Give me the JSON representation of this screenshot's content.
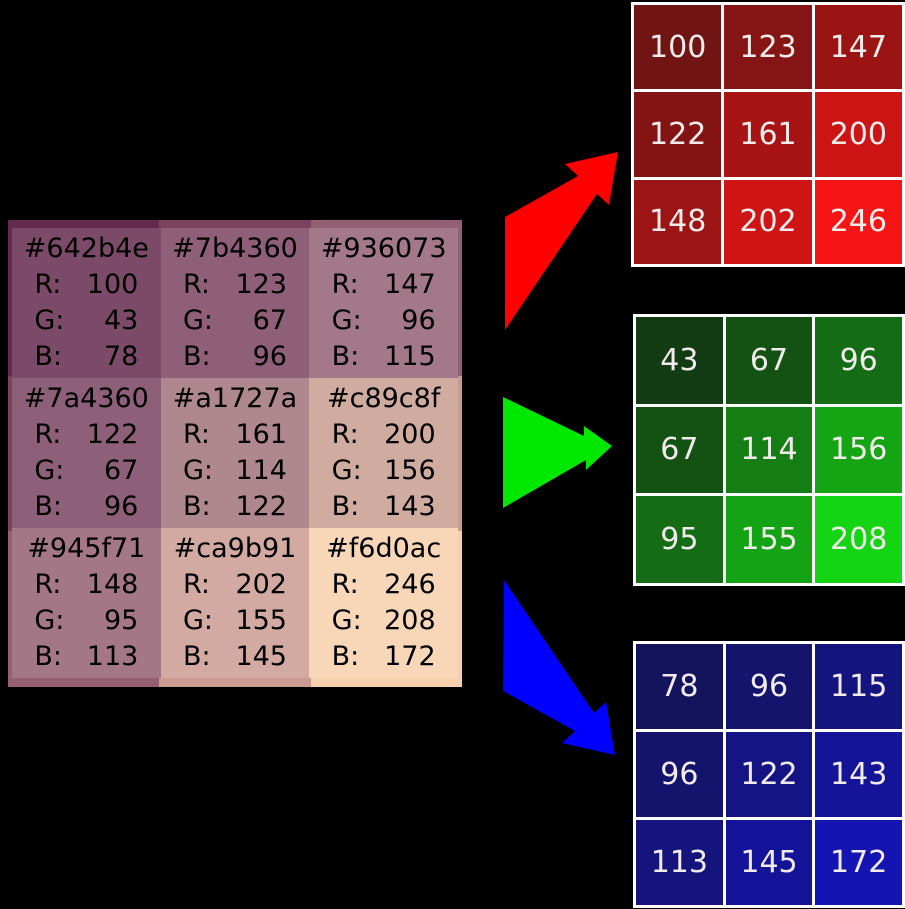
{
  "background_color": "#000000",
  "source_grid": {
    "labels": {
      "r": "R:",
      "g": "G:",
      "b": "B:"
    },
    "cells": [
      {
        "hex": "#642b4e",
        "r": "100",
        "g": "43",
        "b": "78"
      },
      {
        "hex": "#7b4360",
        "r": "123",
        "g": "67",
        "b": "96"
      },
      {
        "hex": "#936073",
        "r": "147",
        "g": "96",
        "b": "115"
      },
      {
        "hex": "#7a4360",
        "r": "122",
        "g": "67",
        "b": "96"
      },
      {
        "hex": "#a1727a",
        "r": "161",
        "g": "114",
        "b": "122"
      },
      {
        "hex": "#c89c8f",
        "r": "200",
        "g": "156",
        "b": "143"
      },
      {
        "hex": "#945f71",
        "r": "148",
        "g": "95",
        "b": "113"
      },
      {
        "hex": "#ca9b91",
        "r": "202",
        "g": "155",
        "b": "145"
      },
      {
        "hex": "#f6d0ac",
        "r": "246",
        "g": "208",
        "b": "172"
      }
    ]
  },
  "channels": [
    {
      "name": "red",
      "arrow_color": "#ff0000",
      "cells": [
        {
          "value": "100",
          "bg": "#640000"
        },
        {
          "value": "123",
          "bg": "#7b0000"
        },
        {
          "value": "147",
          "bg": "#930000"
        },
        {
          "value": "122",
          "bg": "#7a0000"
        },
        {
          "value": "161",
          "bg": "#a10000"
        },
        {
          "value": "200",
          "bg": "#c80000"
        },
        {
          "value": "148",
          "bg": "#940000"
        },
        {
          "value": "202",
          "bg": "#ca0000"
        },
        {
          "value": "246",
          "bg": "#f60000"
        }
      ]
    },
    {
      "name": "green",
      "arrow_color": "#00e800",
      "cells": [
        {
          "value": "43",
          "bg": "#002b00"
        },
        {
          "value": "67",
          "bg": "#004300"
        },
        {
          "value": "96",
          "bg": "#006000"
        },
        {
          "value": "67",
          "bg": "#004300"
        },
        {
          "value": "114",
          "bg": "#007200"
        },
        {
          "value": "156",
          "bg": "#009c00"
        },
        {
          "value": "95",
          "bg": "#005f00"
        },
        {
          "value": "155",
          "bg": "#009b00"
        },
        {
          "value": "208",
          "bg": "#00d000"
        }
      ]
    },
    {
      "name": "blue",
      "arrow_color": "#0000ff",
      "cells": [
        {
          "value": "78",
          "bg": "#00004e"
        },
        {
          "value": "96",
          "bg": "#000060"
        },
        {
          "value": "115",
          "bg": "#000073"
        },
        {
          "value": "96",
          "bg": "#000060"
        },
        {
          "value": "122",
          "bg": "#00007a"
        },
        {
          "value": "143",
          "bg": "#00008f"
        },
        {
          "value": "113",
          "bg": "#000071"
        },
        {
          "value": "145",
          "bg": "#000091"
        },
        {
          "value": "172",
          "bg": "#0000ac"
        }
      ]
    }
  ]
}
